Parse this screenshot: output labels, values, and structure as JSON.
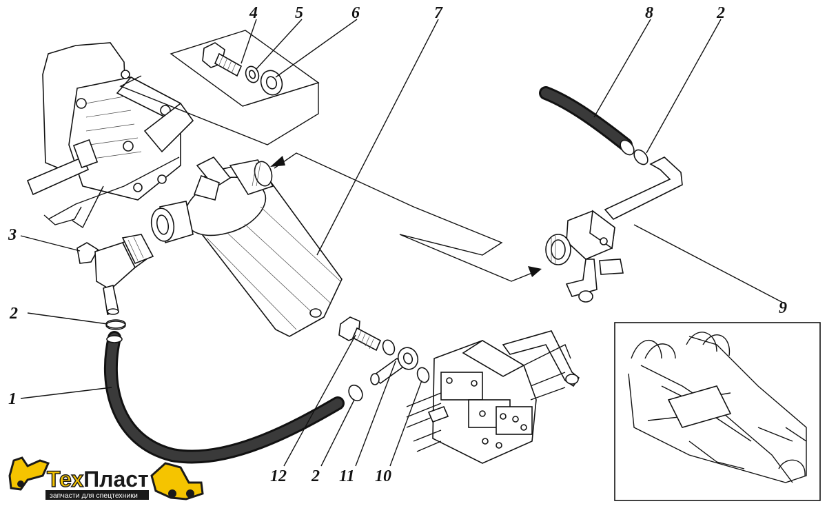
{
  "callouts": [
    {
      "id": "c1",
      "label": "1"
    },
    {
      "id": "c2a",
      "label": "2"
    },
    {
      "id": "c2b",
      "label": "2"
    },
    {
      "id": "c2c",
      "label": "2"
    },
    {
      "id": "c3",
      "label": "3"
    },
    {
      "id": "c4",
      "label": "4"
    },
    {
      "id": "c5",
      "label": "5"
    },
    {
      "id": "c6",
      "label": "6"
    },
    {
      "id": "c7",
      "label": "7"
    },
    {
      "id": "c8",
      "label": "8"
    },
    {
      "id": "c9",
      "label": "9"
    },
    {
      "id": "c10",
      "label": "10"
    },
    {
      "id": "c11",
      "label": "11"
    },
    {
      "id": "c12",
      "label": "12"
    }
  ],
  "logo": {
    "word_part1": "Тех",
    "word_part2": "Пласт",
    "tagline": "запчасти для спецтехники",
    "colors": {
      "yellow": "#f5c400",
      "dark": "#1a1a1a"
    }
  }
}
